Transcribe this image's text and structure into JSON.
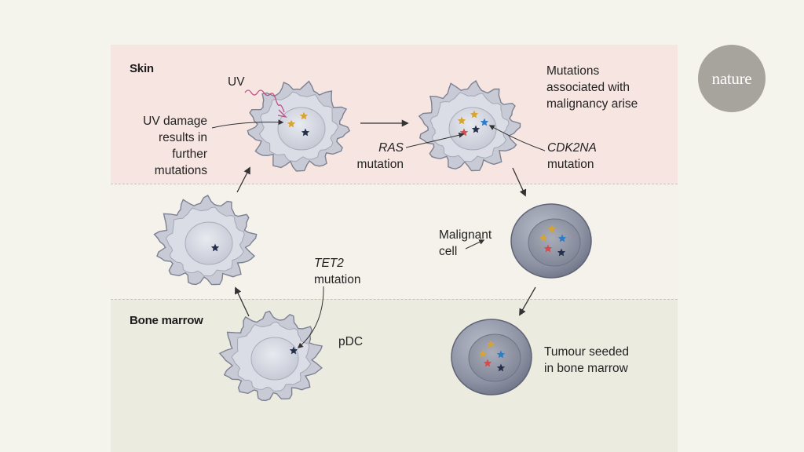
{
  "sections": {
    "skin": "Skin",
    "bone_marrow": "Bone marrow"
  },
  "labels": {
    "uv": "UV",
    "uv_damage": [
      "UV damage",
      "results in",
      "further",
      "mutations"
    ],
    "mutations_arise": [
      "Mutations",
      "associated with",
      "malignancy arise"
    ],
    "ras_gene": "RAS",
    "ras_mutation": "mutation",
    "cdk_gene": "CDK2NA",
    "cdk_mutation": "mutation",
    "tet2_gene": "TET2",
    "tet2_mutation": "mutation",
    "malignant_cell": [
      "Malignant",
      "cell"
    ],
    "pdc": "pDC",
    "tumour_seeded": [
      "Tumour seeded",
      "in bone marrow"
    ]
  },
  "logo": {
    "text": "nature"
  },
  "colors": {
    "skin_band": "#f7e5e1",
    "bone_band": "#ecebe0",
    "star_gold": "#d8a431",
    "star_blue": "#2c7cc6",
    "star_red": "#d94a49",
    "star_navy": "#24304d",
    "uv_ray": "#c24f8a"
  }
}
